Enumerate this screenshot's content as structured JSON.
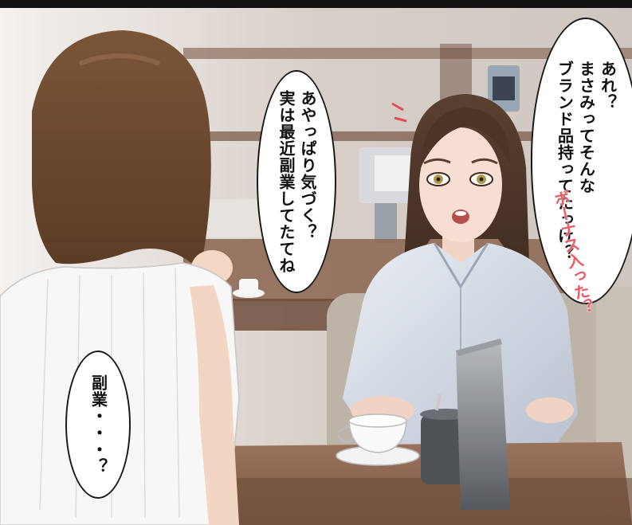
{
  "panel": {
    "speech_right": "あれ？\nまさみってそんな\nブランド品持ってたっけ？",
    "speech_left": "あやっぱり気づく？\n実は最近副業してたてね",
    "thought_small": "副業・・・？",
    "sfx_whisper": "ボーナス入った？",
    "colors": {
      "border": "#111111",
      "wall": "#d8d0cb",
      "counter": "#6a4a3a",
      "table": "#8c6a57",
      "sfx": "#f05a62"
    }
  }
}
